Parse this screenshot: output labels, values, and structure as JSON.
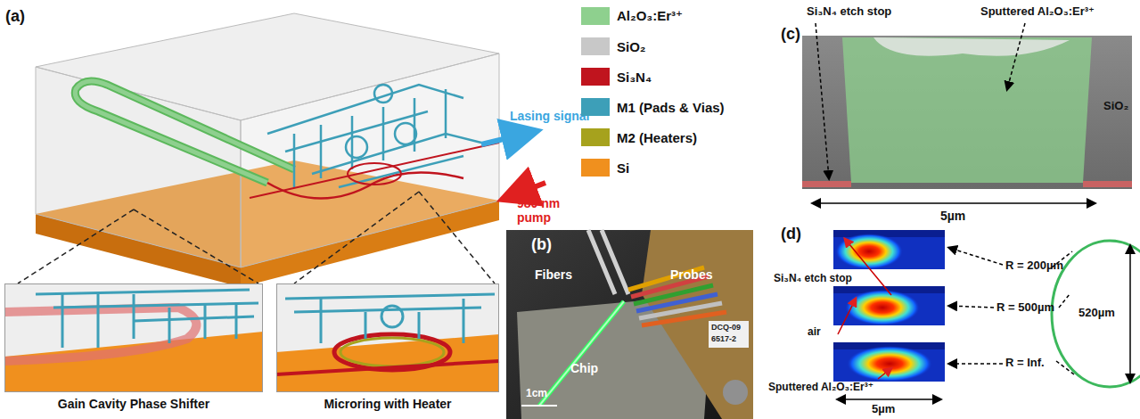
{
  "diagram": {
    "nodes": [
      {
        "text": [
          "Gain Cavity Phase Shifter"
        ]
      },
      {
        "text": [
          "Microring with Heater"
        ]
      }
    ],
    "labels": [
      "(a)",
      "Lasing signal",
      "980 nm pump",
      "(b)",
      "Fibers",
      "Probes",
      "Chip",
      "1cm",
      "DCQ-09",
      "6517-2",
      "(c)",
      "Si₃N₄ etch stop",
      "Sputtered Al₂O₃:Er³⁺",
      "SiO₂",
      "5µm",
      "(d)",
      "Si₃N₄ etch stop",
      "air",
      "Sputtered Al₂O₃:Er³⁺",
      "R = 200µm",
      "R = 500µm",
      "R = Inf.",
      "520µm",
      "5µm"
    ],
    "legend": [
      {
        "text": "Al₂O₃:Er³⁺",
        "color": "#8ed08e"
      },
      {
        "text": "SiO₂",
        "color": "#c8c8c8"
      },
      {
        "text": "Si₃N₄",
        "color": "#c0141e"
      },
      {
        "text": "M1 (Pads & Vias)",
        "color": "#3d9fb8"
      },
      {
        "text": "M2 (Heaters)",
        "color": "#a6a21d"
      },
      {
        "text": "Si",
        "color": "#f0901e"
      }
    ]
  }
}
